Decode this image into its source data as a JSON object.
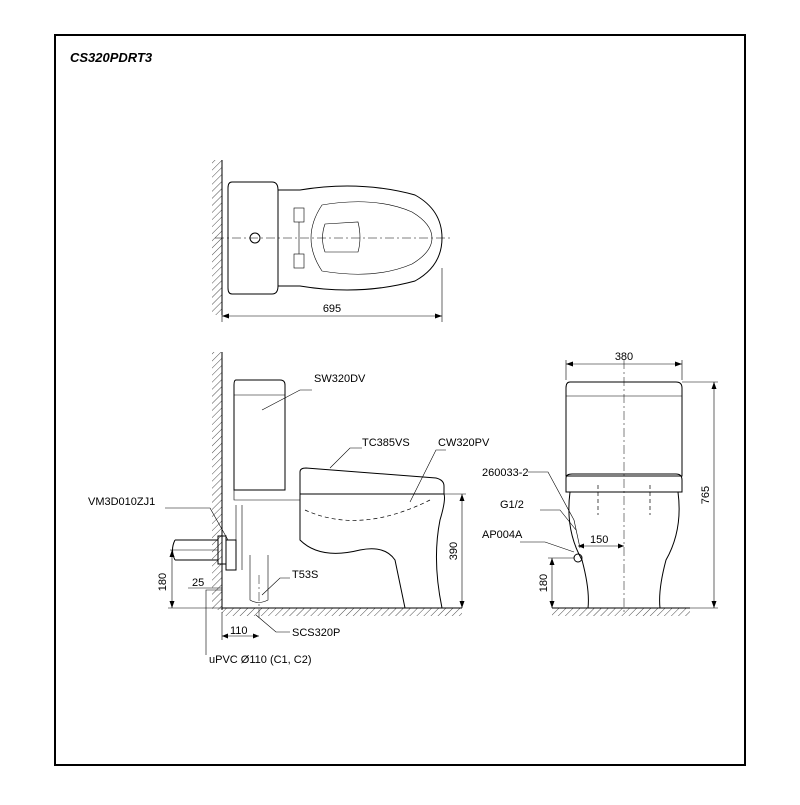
{
  "drawing": {
    "title": "CS320PDRT3"
  },
  "top_view": {
    "length_dim": "695"
  },
  "side_view": {
    "parts": {
      "tank": "SW320DV",
      "seat": "TC385VS",
      "bowl": "CW320PV",
      "valve": "VM3D010ZJ1",
      "flange": "T53S",
      "bolt": "SCS320P",
      "pipe": "uPVC Ø110 (C1, C2)"
    },
    "dims": {
      "outlet_height": "180",
      "offset": "25",
      "rough_in": "110",
      "rim_height": "390"
    }
  },
  "front_view": {
    "parts": {
      "hose": "260033-2",
      "thread": "G1/2",
      "stop_valve": "AP004A"
    },
    "dims": {
      "width": "380",
      "height": "765",
      "inlet_height": "180",
      "inlet_offset": "150"
    }
  }
}
